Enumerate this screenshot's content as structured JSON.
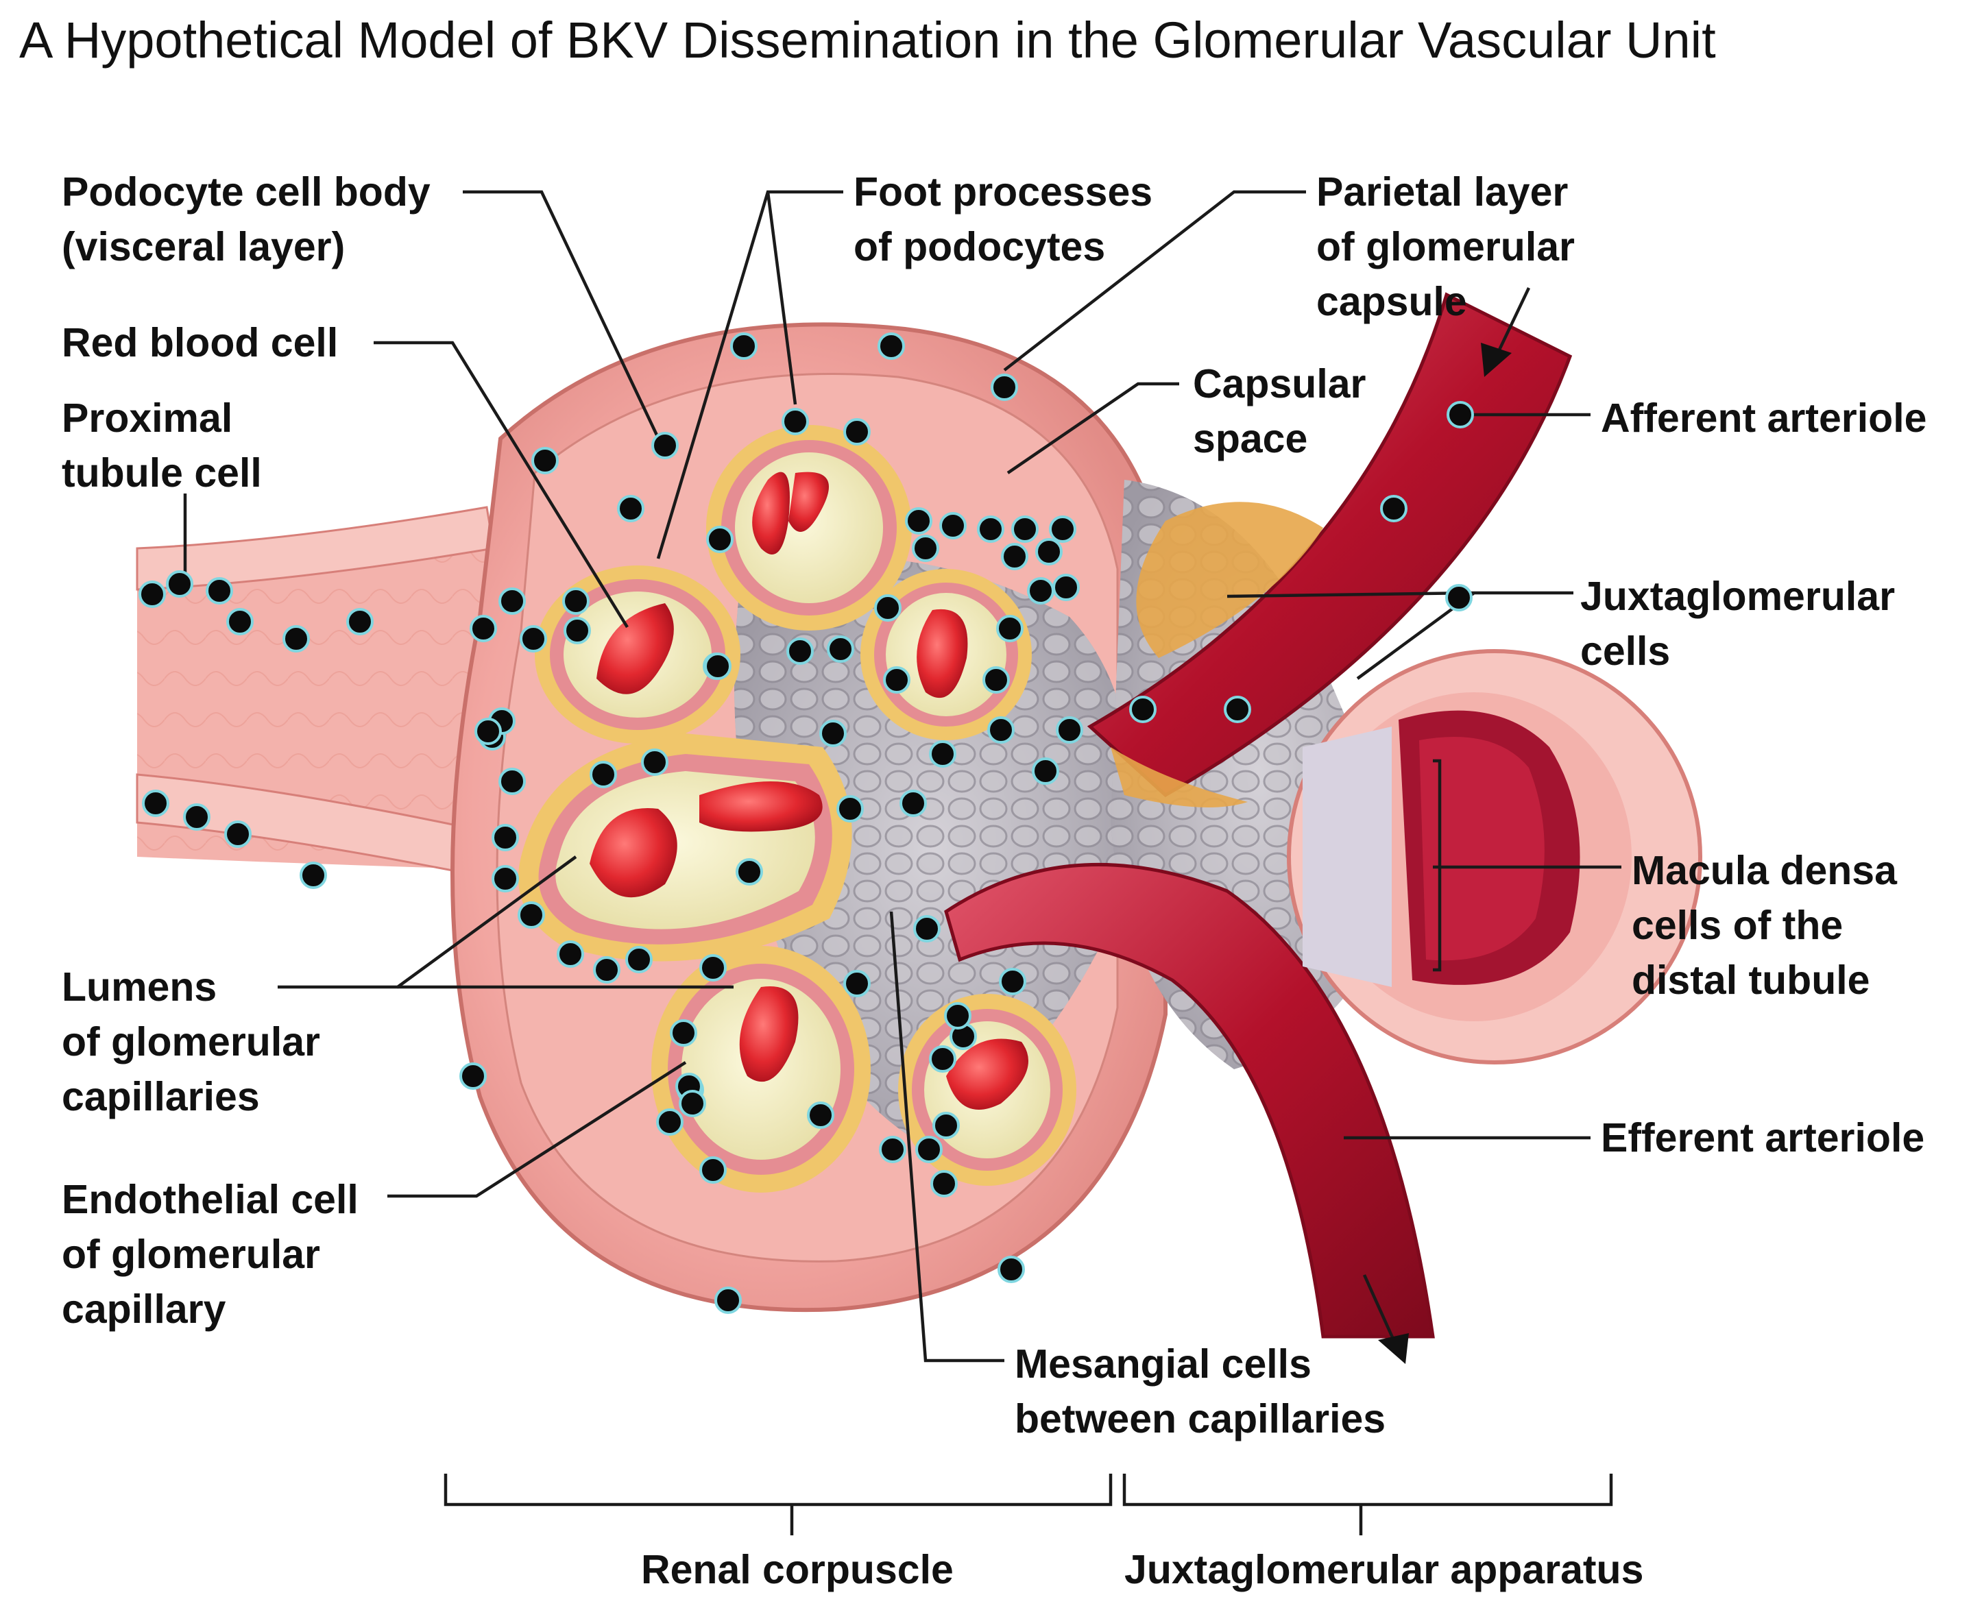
{
  "title": "A Hypothetical Model of BKV Dissemination in the Glomerular Vascular Unit",
  "labels": {
    "podocyte_cell_body": [
      "Podocyte cell body",
      "(visceral layer)"
    ],
    "red_blood_cell": [
      "Red blood cell"
    ],
    "proximal_tubule_cell": [
      "Proximal",
      "tubule cell"
    ],
    "foot_processes": [
      "Foot processes",
      "of podocytes"
    ],
    "parietal_layer": [
      "Parietal layer",
      "of glomerular",
      "capsule"
    ],
    "capsular_space": [
      "Capsular",
      "space"
    ],
    "afferent_arteriole": [
      "Afferent arteriole"
    ],
    "juxtaglomerular_cells": [
      "Juxtaglomerular",
      "cells"
    ],
    "macula_densa": [
      "Macula densa",
      "cells of the",
      "distal tubule"
    ],
    "efferent_arteriole": [
      "Efferent arteriole"
    ],
    "lumens": [
      "Lumens",
      "of glomerular",
      "capillaries"
    ],
    "endothelial_cell": [
      "Endothelial cell",
      "of glomerular",
      "capillary"
    ],
    "mesangial_cells": [
      "Mesangial cells",
      "between capillaries"
    ]
  },
  "sections": {
    "renal_corpuscle": "Renal corpuscle",
    "juxtaglomerular_apparatus": "Juxtaglomerular apparatus"
  },
  "colors": {
    "capsule": "#f2a6a1",
    "tissue_pink": "#f6b8b2",
    "capillary_lumen": "#f1edc2",
    "rbc": "#e2282f",
    "mesangium": "#b9b6bd",
    "arteriole": "#b3112b",
    "virus_dot": "#0b0b0b",
    "virus_ring": "#7fd6e0",
    "nucleus": "#8a3a9a"
  },
  "marker_icon": "bkv-particle-dot"
}
